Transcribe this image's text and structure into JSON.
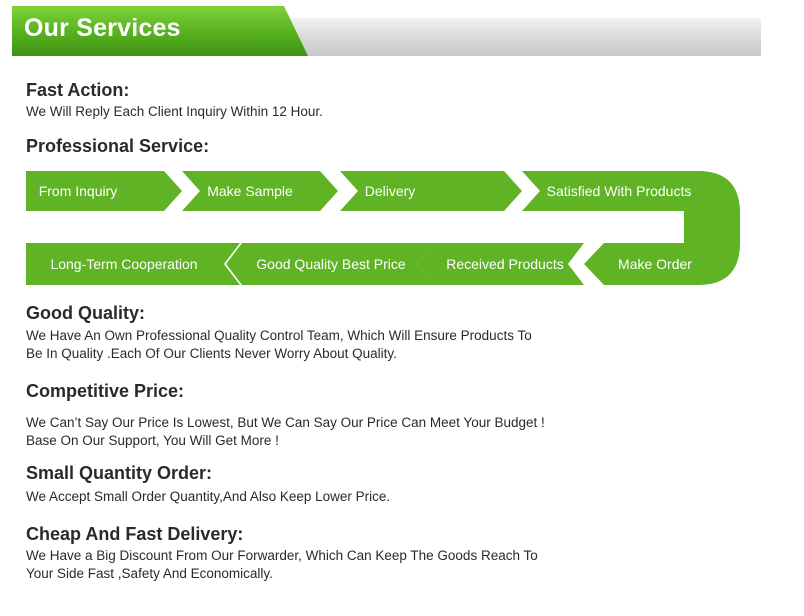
{
  "banner": {
    "title": "Our Services"
  },
  "colors": {
    "accent_green": "#5fb324",
    "banner_green": "#56b01f",
    "banner_gray": "#d6d6d6"
  },
  "sections": {
    "fast_action": {
      "heading": "Fast Action:",
      "lines": [
        "We Will Reply Each Client Inquiry Within 12 Hour."
      ]
    },
    "professional_service": {
      "heading": "Professional Service:"
    },
    "good_quality": {
      "heading": "Good Quality:",
      "lines": [
        "We Have An Own Professional Quality Control Team, Which Will Ensure Products To",
        "Be In Quality .Each Of Our Clients Never Worry About Quality."
      ]
    },
    "competitive_price": {
      "heading": "Competitive Price:",
      "lines": [
        "We Can’t Say Our Price Is Lowest, But We Can Say Our Price Can Meet Your Budget !",
        "Base On Our Support, You Will Get More !"
      ]
    },
    "small_quantity": {
      "heading": "Small Quantity Order:",
      "lines": [
        "We Accept Small Order Quantity,And Also Keep Lower Price."
      ]
    },
    "cheap_delivery": {
      "heading": "Cheap And Fast Delivery:",
      "lines": [
        "We Have a Big Discount From Our Forwarder, Which Can Keep The Goods Reach To",
        "Your Side Fast ,Safety And Economically."
      ]
    }
  },
  "process": {
    "row1": [
      "From Inquiry",
      "Make Sample",
      "Delivery",
      "Satisfied With Products"
    ],
    "row2": [
      "Long-Term Cooperation",
      "Good Quality Best Price",
      "Received Products",
      "Make Order"
    ]
  }
}
